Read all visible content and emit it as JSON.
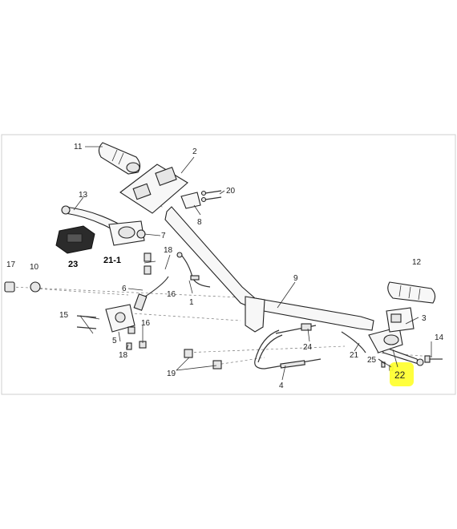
{
  "labels": {
    "p1": "1",
    "p2": "2",
    "p3": "3",
    "p4": "4",
    "p5": "5",
    "p6": "6",
    "p7": "7",
    "p8": "8",
    "p9": "9",
    "p10": "10",
    "p11": "11",
    "p12": "12",
    "p13": "13",
    "p14": "14",
    "p15": "15",
    "p16a": "16",
    "p16b": "16",
    "p17": "17",
    "p18a": "18",
    "p18b": "18",
    "p19": "19",
    "p20": "20",
    "p21": "21",
    "p21_1": "21-1",
    "p22": "22",
    "p23": "23",
    "p24": "24",
    "p25": "25"
  },
  "colors": {
    "highlight": "#ffff33",
    "line": "#222222",
    "border": "#cccccc"
  }
}
